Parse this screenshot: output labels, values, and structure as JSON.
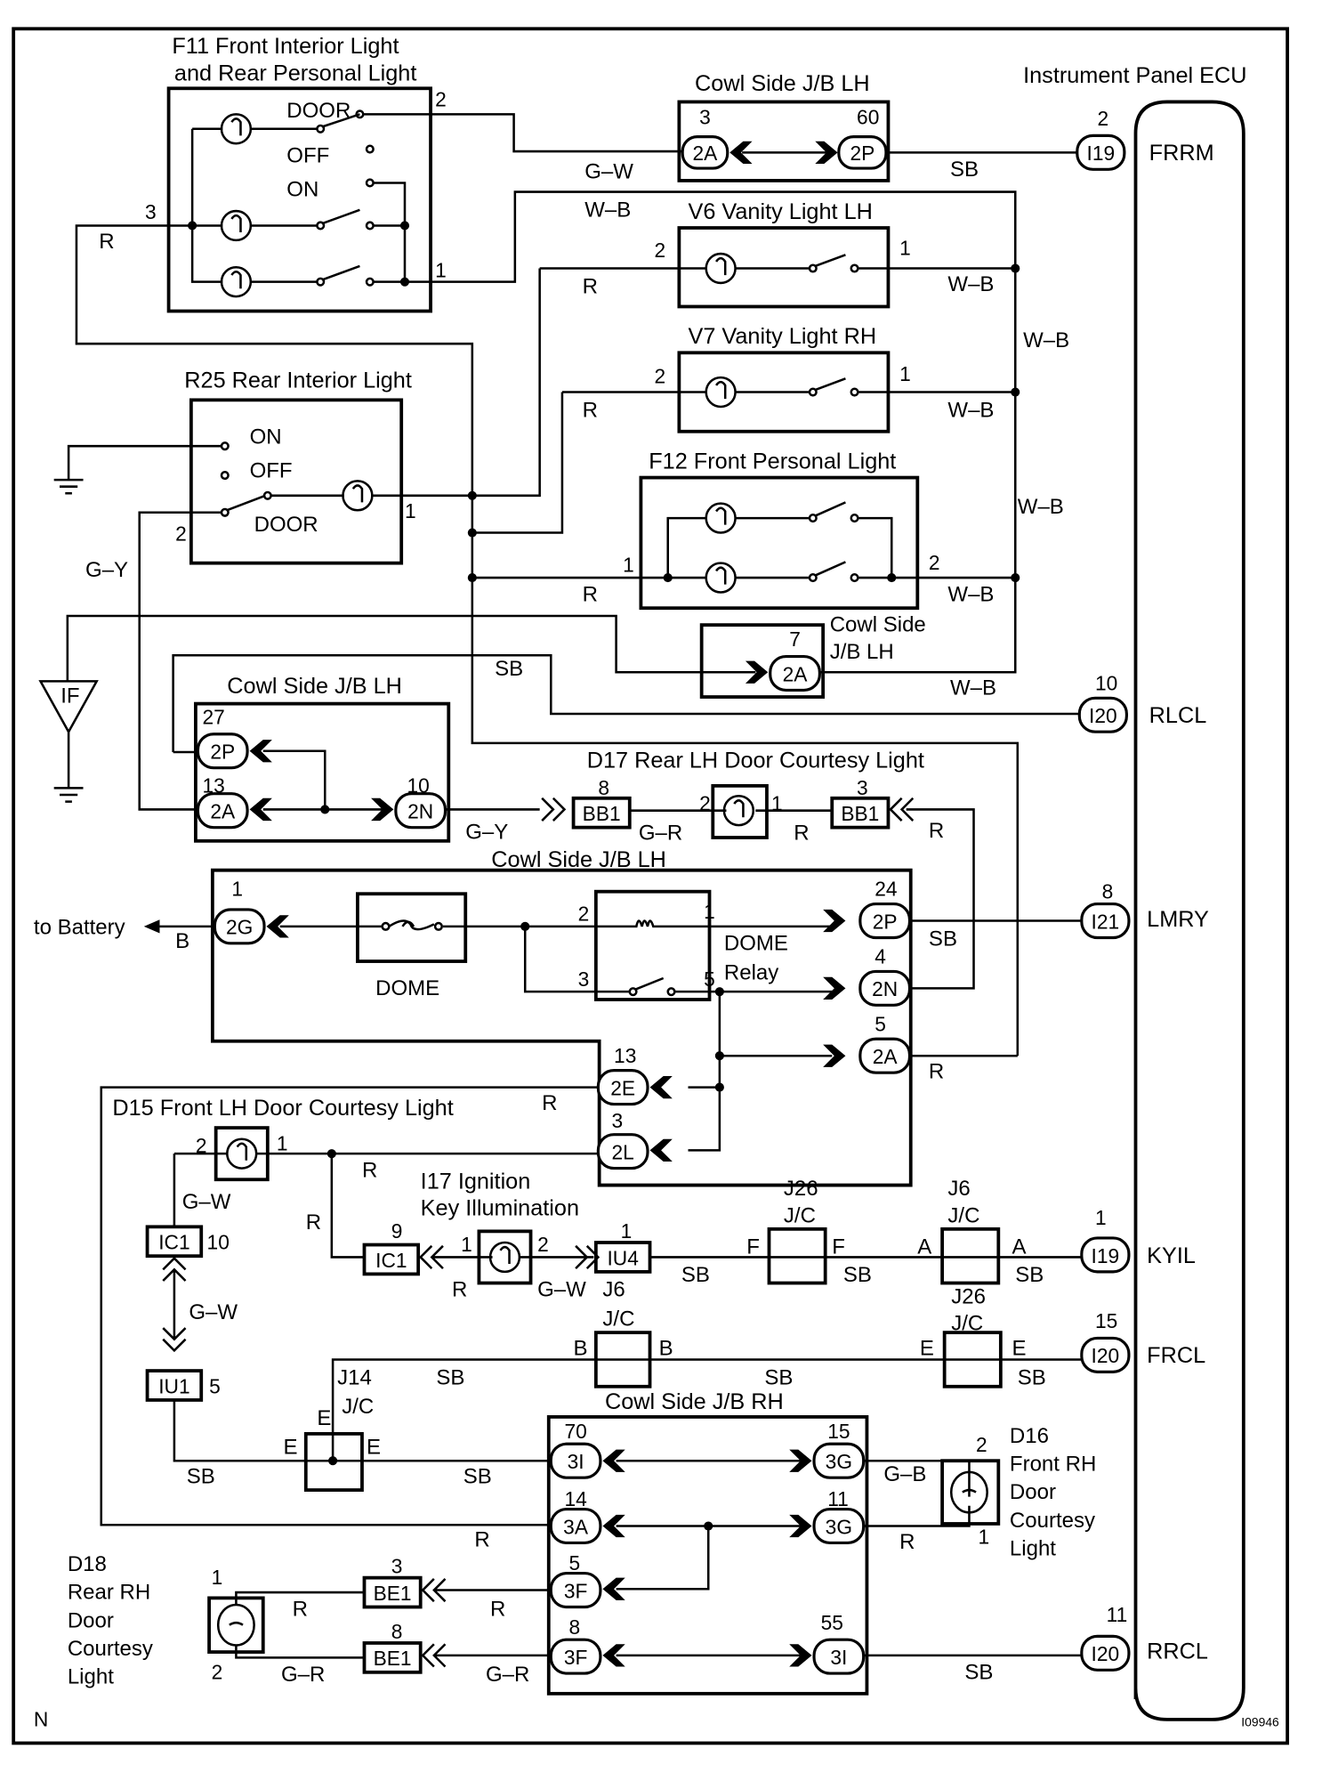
{
  "diagram": {
    "figure_id": "I09946",
    "corner_mark": "N",
    "ecu": {
      "title": "Instrument Panel ECU",
      "terminals": [
        {
          "pin": "2",
          "connector": "I19",
          "signal": "FRRM"
        },
        {
          "pin": "10",
          "connector": "I20",
          "signal": "RLCL"
        },
        {
          "pin": "8",
          "connector": "I21",
          "signal": "LMRY"
        },
        {
          "pin": "1",
          "connector": "I19",
          "signal": "KYIL"
        },
        {
          "pin": "15",
          "connector": "I20",
          "signal": "FRCL"
        },
        {
          "pin": "11",
          "connector": "I20",
          "signal": "RRCL"
        }
      ]
    },
    "components": {
      "f11": {
        "title_line1": "F11  Front Interior Light",
        "title_line2": "and Rear Personal Light",
        "pos_door": "DOOR",
        "pos_off": "OFF",
        "pos_on": "ON",
        "pins": [
          "2",
          "3",
          "1"
        ]
      },
      "v6": {
        "title": "V6 Vanity Light LH",
        "pins": [
          "2",
          "1"
        ]
      },
      "v7": {
        "title": "V7 Vanity Light RH",
        "pins": [
          "2",
          "1"
        ]
      },
      "r25": {
        "title": "R25 Rear Interior Light",
        "pos_on": "ON",
        "pos_off": "OFF",
        "pos_door": "DOOR",
        "pins": [
          "2",
          "1"
        ]
      },
      "f12": {
        "title": "F12 Front Personal Light",
        "pins": [
          "1",
          "2"
        ]
      },
      "d17": {
        "title": "D17 Rear LH Door Courtesy Light",
        "pins": [
          "2",
          "1"
        ]
      },
      "dome_fuse": {
        "label": "DOME"
      },
      "dome_relay": {
        "label_line1": "DOME",
        "label_line2": "Relay",
        "pins": [
          "2",
          "1",
          "3",
          "5"
        ]
      },
      "d15": {
        "title": "D15 Front LH Door Courtesy Light",
        "pins": [
          "2",
          "1"
        ]
      },
      "i17": {
        "title_line1": "I17 Ignition",
        "title_line2": "Key Illumination",
        "pins": [
          "1",
          "2"
        ]
      },
      "d16": {
        "title_lines": [
          "D16",
          "Front RH",
          "Door",
          "Courtesy",
          "Light"
        ],
        "pins": [
          "2",
          "1"
        ]
      },
      "d18": {
        "title_lines": [
          "D18",
          "Rear RH",
          "Door",
          "Courtesy",
          "Light"
        ],
        "pins": [
          "1",
          "2"
        ]
      },
      "ground_if": {
        "label": "IF"
      },
      "battery": {
        "label": "to Battery"
      }
    },
    "junction_blocks": {
      "jb_top": {
        "title": "Cowl Side J/B LH",
        "left": {
          "pin": "3",
          "code": "2A"
        },
        "right": {
          "pin": "60",
          "code": "2P"
        }
      },
      "jb_mid": {
        "title_line1": "Cowl Side",
        "title_line2": "J/B LH",
        "pin": "7",
        "code": "2A"
      },
      "jb_left": {
        "title": "Cowl Side J/B LH",
        "c1": {
          "pin": "27",
          "code": "2P"
        },
        "c2": {
          "pin": "13",
          "code": "2A"
        },
        "c3": {
          "pin": "10",
          "code": "2N"
        }
      },
      "jb_main": {
        "title": "Cowl Side J/B LH",
        "c2g": {
          "pin": "1",
          "code": "2G"
        },
        "c2p": {
          "pin": "24",
          "code": "2P"
        },
        "c2n": {
          "pin": "4",
          "code": "2N"
        },
        "c2a": {
          "pin": "5",
          "code": "2A"
        },
        "c2e": {
          "pin": "13",
          "code": "2E"
        },
        "c2l": {
          "pin": "3",
          "code": "2L"
        }
      },
      "jb_rh": {
        "title": "Cowl Side J/B RH",
        "c3i_70": {
          "pin": "70",
          "code": "3I"
        },
        "c3g_15": {
          "pin": "15",
          "code": "3G"
        },
        "c3a": {
          "pin": "14",
          "code": "3A"
        },
        "c3g_11": {
          "pin": "11",
          "code": "3G"
        },
        "c3f_5": {
          "pin": "5",
          "code": "3F"
        },
        "c3f_8": {
          "pin": "8",
          "code": "3F"
        },
        "c3i_55": {
          "pin": "55",
          "code": "3I"
        }
      }
    },
    "connectors": {
      "bb1_left": {
        "pin": "8",
        "code": "BB1"
      },
      "bb1_right": {
        "pin": "3",
        "code": "BB1"
      },
      "ic1_a": {
        "pin": "10",
        "code": "IC1"
      },
      "ic1_b": {
        "pin": "9",
        "code": "IC1"
      },
      "iu1": {
        "pin": "5",
        "code": "IU1"
      },
      "iu4": {
        "pin": "1",
        "code": "IU4"
      },
      "be1_a": {
        "pin": "3",
        "code": "BE1"
      },
      "be1_b": {
        "pin": "8",
        "code": "BE1"
      }
    },
    "junction_connectors": {
      "j26_top": {
        "name": "J26",
        "type": "J/C",
        "in": "F",
        "out": "F"
      },
      "j6_top": {
        "name": "J6",
        "type": "J/C",
        "in": "A",
        "out": "A"
      },
      "j6_bot": {
        "name": "J6",
        "type": "J/C",
        "in": "B",
        "out": "B"
      },
      "j26_bot": {
        "name": "J26",
        "type": "J/C",
        "in": "E",
        "out": "E"
      },
      "j14": {
        "name": "J14",
        "type": "J/C",
        "top": "E",
        "in": "E",
        "out": "E"
      }
    },
    "wire_colors": {
      "r": "R",
      "gw": "G–W",
      "wb": "W–B",
      "sb": "SB",
      "gy": "G–Y",
      "gr": "G–R",
      "gb": "G–B",
      "b": "B"
    }
  }
}
